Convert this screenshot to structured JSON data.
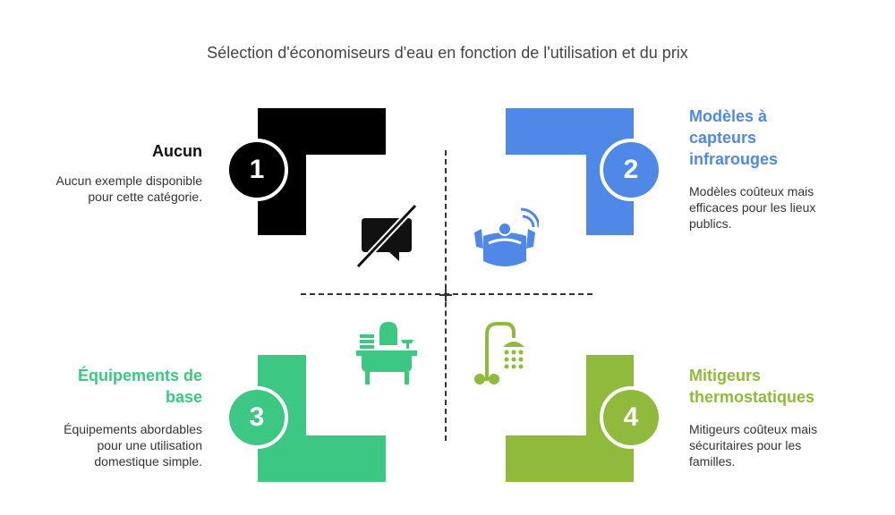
{
  "title": "Sélection d'économiseurs d'eau en fonction de l'utilisation et du prix",
  "quadrants": [
    {
      "number": "1",
      "label": "Aucun",
      "description": "Aucun exemple disponible pour cette catégorie.",
      "color": "#000000",
      "icon": "no-video-icon"
    },
    {
      "number": "2",
      "label": "Modèles à capteurs infrarouges",
      "description": "Modèles coûteux mais efficaces pour les lieux publics.",
      "color": "#4f88e6",
      "icon": "sensor-icon"
    },
    {
      "number": "3",
      "label": "Équipements de base",
      "description": "Équipements abordables pour une utilisation domestique simple.",
      "color": "#3cc783",
      "icon": "bathtub-icon"
    },
    {
      "number": "4",
      "label": "Mitigeurs thermostatiques",
      "description": "Mitigeurs coûteux mais sécuritaires pour les familles.",
      "color": "#8fba3c",
      "icon": "shower-icon"
    }
  ]
}
